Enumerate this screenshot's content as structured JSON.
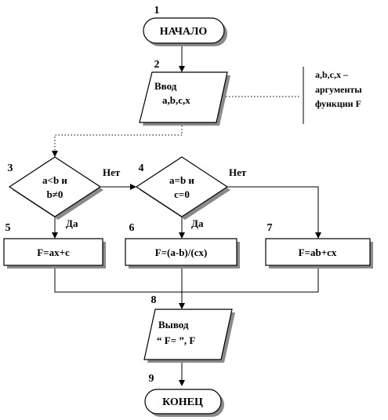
{
  "nodes": {
    "start": {
      "num": "1",
      "label": "НАЧАЛО"
    },
    "input": {
      "num": "2",
      "line1": "Ввод",
      "line2": "a,b,c,x"
    },
    "cond1": {
      "num": "3",
      "line1": "a<b и",
      "line2": "b≠0"
    },
    "cond2": {
      "num": "4",
      "line1": "a=b и",
      "line2": "c=0"
    },
    "calc1": {
      "num": "5",
      "label": "F=ax+c"
    },
    "calc2": {
      "num": "6",
      "label": "F=(a-b)/(cx)"
    },
    "calc3": {
      "num": "7",
      "label": "F=ab+cx"
    },
    "output": {
      "num": "8",
      "line1": "Вывод",
      "line2": "“ F= ”, F"
    },
    "end": {
      "num": "9",
      "label": "КОНЕЦ"
    }
  },
  "edges": {
    "cond1_no": "Нет",
    "cond1_yes": "Да",
    "cond2_no": "Нет",
    "cond2_yes": "Да"
  },
  "comment": {
    "line1": "a,b,c,x –",
    "line2": "аргументы",
    "line3": "функции F"
  }
}
